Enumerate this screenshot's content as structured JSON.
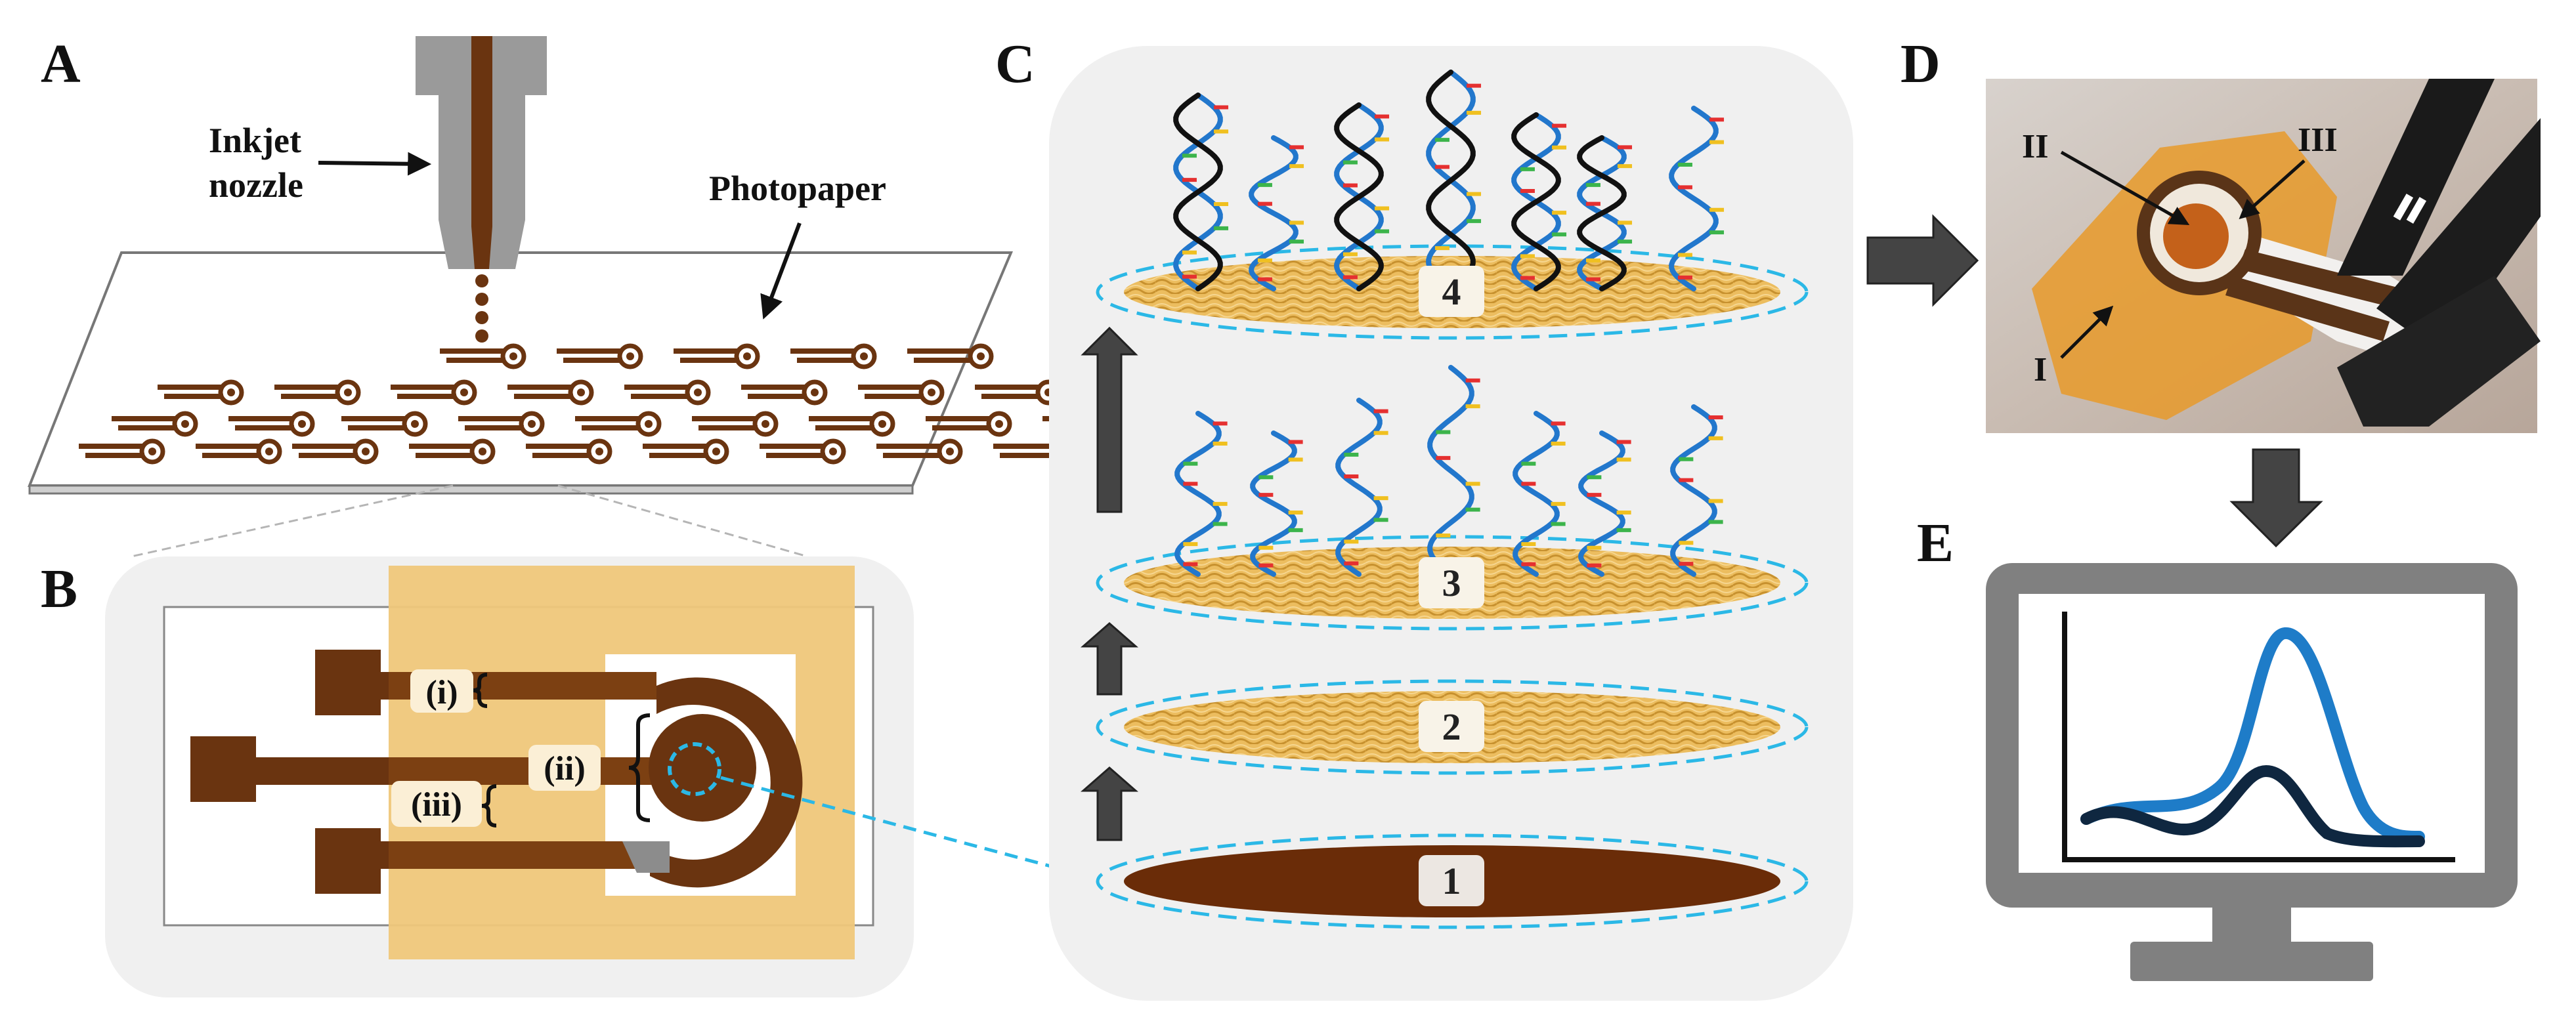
{
  "panels": {
    "a": {
      "letter": "A",
      "nozzle_label_line1": "Inkjet",
      "nozzle_label_line2": "nozzle",
      "paper_label": "Photopaper"
    },
    "b": {
      "letter": "B",
      "labels": [
        "(i)",
        "(ii)",
        "(iii)"
      ]
    },
    "c": {
      "letter": "C",
      "layers": [
        "1",
        "2",
        "3",
        "4"
      ]
    },
    "d": {
      "letter": "D",
      "labels": [
        "I",
        "II",
        "III"
      ]
    },
    "e": {
      "letter": "E"
    }
  },
  "colors": {
    "electrode_brown": "#6a3410",
    "gold": "#e7b45c",
    "gold_light": "#efc77a",
    "panel_bg": "#f0f0f0",
    "dashed_blue": "#2bb8e6",
    "arrow_gray": "#444444",
    "monitor_gray": "#808080",
    "curve_blue": "#1e7cc8",
    "curve_dark": "#0f2740"
  },
  "icons": {
    "dna_double_strand": "dna-double-helix-icon",
    "dna_single_strand": "dna-single-strand-icon",
    "monitor": "monitor-icon"
  }
}
